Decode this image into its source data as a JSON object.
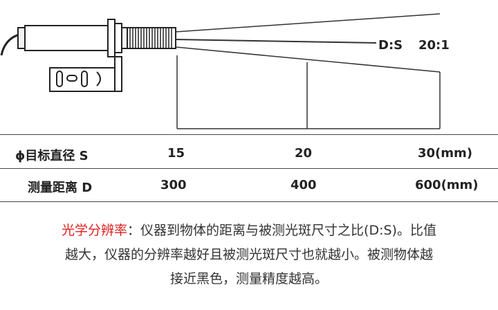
{
  "diagram": {
    "ratio_label": "D:S",
    "ratio_value": "20:1"
  },
  "table": {
    "rows": [
      {
        "label": "ϕ目标直径 S",
        "values": [
          "15",
          "20",
          "30(mm)"
        ]
      },
      {
        "label": "测量距离 D",
        "values": [
          "300",
          "400",
          "600(mm)"
        ]
      }
    ]
  },
  "description": {
    "term": "光学分辨率",
    "line1_rest": "：仪器到物体的距离与被测光斑尺寸之比(D:S)。比值",
    "line2": "越大，仪器的分辨率越好且被测光斑尺寸也就越小。被测物体越",
    "line3": "接近黑色，测量精度越高。"
  },
  "colors": {
    "text": "#222222",
    "term": "#e02020",
    "line": "#333333"
  }
}
